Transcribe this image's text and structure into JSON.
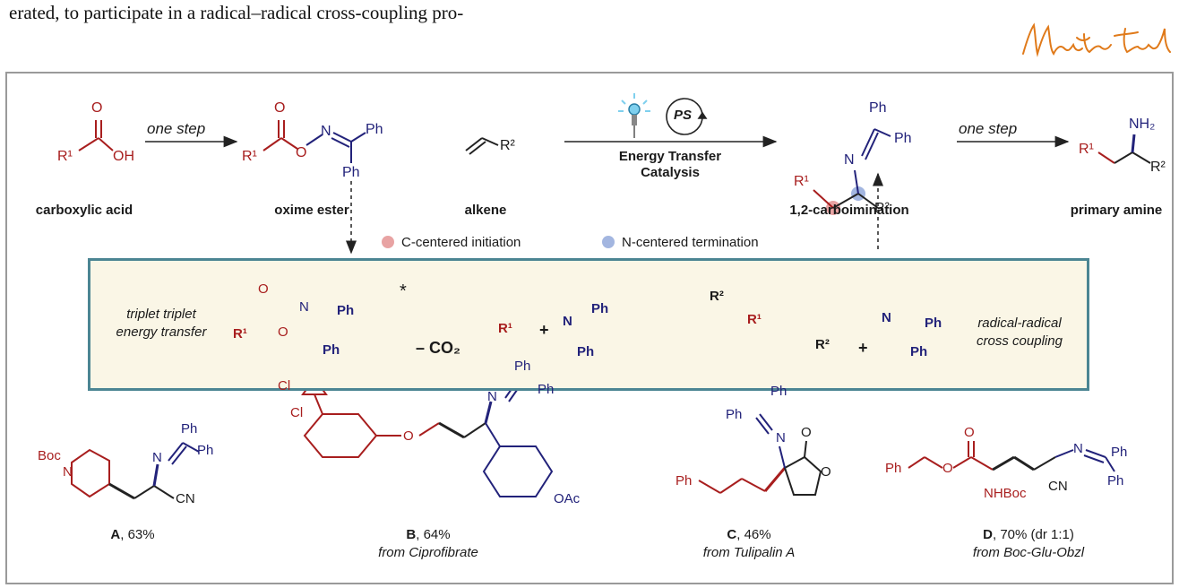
{
  "body_text": "erated, to participate in a radical–radical cross-coupling pro-",
  "signature_text": "Matteo Tanaka",
  "scheme": {
    "step_label_1": "one step",
    "step_label_2": "one step",
    "catalyst_label": "PS",
    "conditions_line1": "Energy Transfer",
    "conditions_line2": "Catalysis",
    "compounds": {
      "carboxylic_acid": "carboxylic acid",
      "oxime_ester": "oxime ester",
      "alkene": "alkene",
      "carboimination": "1,2-carboimination",
      "primary_amine": "primary amine"
    },
    "legend": {
      "c_centered": "C-centered initiation",
      "n_centered": "N-centered termination",
      "c_color": "#e8a3a3",
      "n_color": "#a3b6e0"
    },
    "atoms": {
      "O": "O",
      "OH": "OH",
      "N": "N",
      "Ph": "Ph",
      "NH2": "NH₂",
      "R1": "R¹",
      "R2": "R²",
      "star": "*",
      "plus": "+",
      "CN": "CN",
      "Boc": "Boc",
      "Cl": "Cl",
      "OAc": "OAc",
      "NHBoc": "NHBoc"
    }
  },
  "mechanism": {
    "left_label_1": "triplet triplet",
    "left_label_2": "energy transfer",
    "right_label_1": "radical-radical",
    "right_label_2": "cross coupling",
    "minus_co2": "– CO₂"
  },
  "examples": [
    {
      "letter": "A",
      "yield": ", 63%",
      "source": ""
    },
    {
      "letter": "B",
      "yield": ", 64%",
      "source": "from Ciprofibrate"
    },
    {
      "letter": "C",
      "yield": ", 46%",
      "source": "from Tulipalin A"
    },
    {
      "letter": "D",
      "yield": ", 70% (dr 1:1)",
      "source": "from Boc-Glu-Obzl"
    }
  ]
}
